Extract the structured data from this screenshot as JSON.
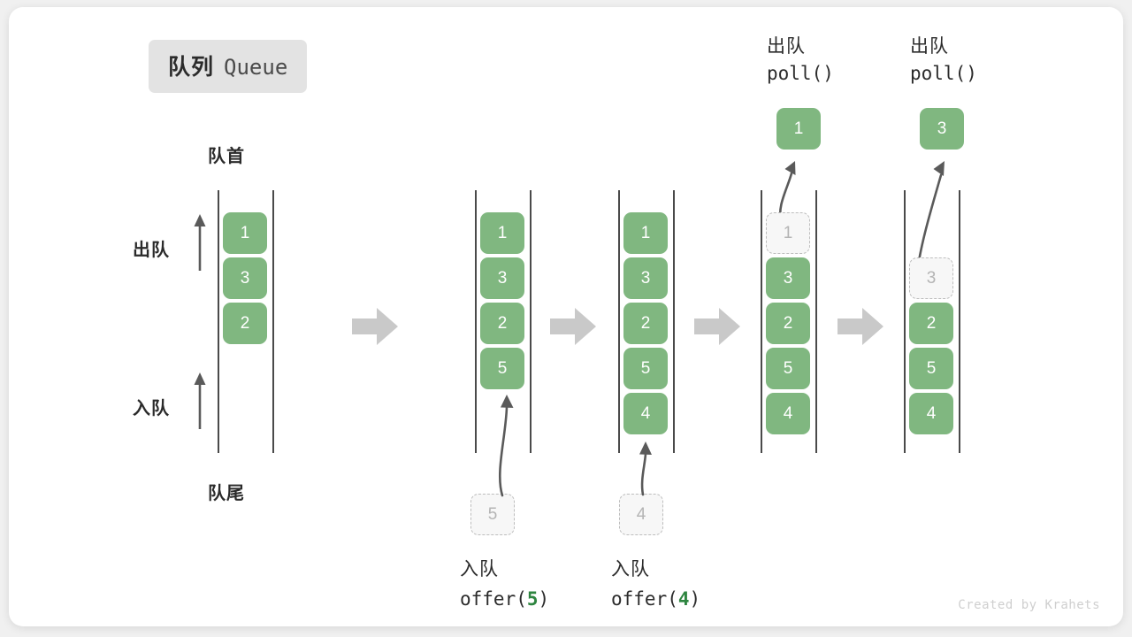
{
  "title": {
    "cn": "队列",
    "en": "Queue"
  },
  "colors": {
    "cell_fill": "#80b780",
    "ghost_border": "#bdbdbd",
    "ghost_fill": "#f7f7f7",
    "rail": "#4a4a4a",
    "step_arrow": "#c9c9c9",
    "accent_num": "#2e8540",
    "text": "#2b2b2b",
    "watermark": "#cfcfcf",
    "card_bg": "#ffffff",
    "page_bg": "#f0f0f0"
  },
  "labels": {
    "head": "队首",
    "tail": "队尾",
    "dequeue": "出队",
    "enqueue": "入队"
  },
  "stages": [
    {
      "id": "initial",
      "cells": [
        {
          "value": "1",
          "state": "filled"
        },
        {
          "value": "3",
          "state": "filled"
        },
        {
          "value": "2",
          "state": "filled"
        }
      ]
    },
    {
      "id": "after-offer-5",
      "cells": [
        {
          "value": "1",
          "state": "filled"
        },
        {
          "value": "3",
          "state": "filled"
        },
        {
          "value": "2",
          "state": "filled"
        },
        {
          "value": "5",
          "state": "filled"
        }
      ],
      "incoming": {
        "value": "5",
        "state": "ghost"
      },
      "caption": {
        "cn": "入队",
        "code_prefix": "offer(",
        "code_num": "5",
        "code_suffix": ")"
      }
    },
    {
      "id": "after-offer-4",
      "cells": [
        {
          "value": "1",
          "state": "filled"
        },
        {
          "value": "3",
          "state": "filled"
        },
        {
          "value": "2",
          "state": "filled"
        },
        {
          "value": "5",
          "state": "filled"
        },
        {
          "value": "4",
          "state": "filled"
        }
      ],
      "incoming": {
        "value": "4",
        "state": "ghost"
      },
      "caption": {
        "cn": "入队",
        "code_prefix": "offer(",
        "code_num": "4",
        "code_suffix": ")"
      }
    },
    {
      "id": "after-poll-1",
      "cells": [
        {
          "value": "1",
          "state": "ghost"
        },
        {
          "value": "3",
          "state": "filled"
        },
        {
          "value": "2",
          "state": "filled"
        },
        {
          "value": "5",
          "state": "filled"
        },
        {
          "value": "4",
          "state": "filled"
        }
      ],
      "outgoing": {
        "value": "1",
        "state": "filled"
      },
      "op_title": {
        "cn": "出队",
        "code": "poll()"
      }
    },
    {
      "id": "after-poll-3",
      "cells": [
        {
          "value": "",
          "state": "invisible"
        },
        {
          "value": "3",
          "state": "ghost"
        },
        {
          "value": "2",
          "state": "filled"
        },
        {
          "value": "5",
          "state": "filled"
        },
        {
          "value": "4",
          "state": "filled"
        }
      ],
      "outgoing": {
        "value": "3",
        "state": "filled"
      },
      "op_title": {
        "cn": "出队",
        "code": "poll()"
      }
    }
  ],
  "watermark": "Created by Krahets"
}
